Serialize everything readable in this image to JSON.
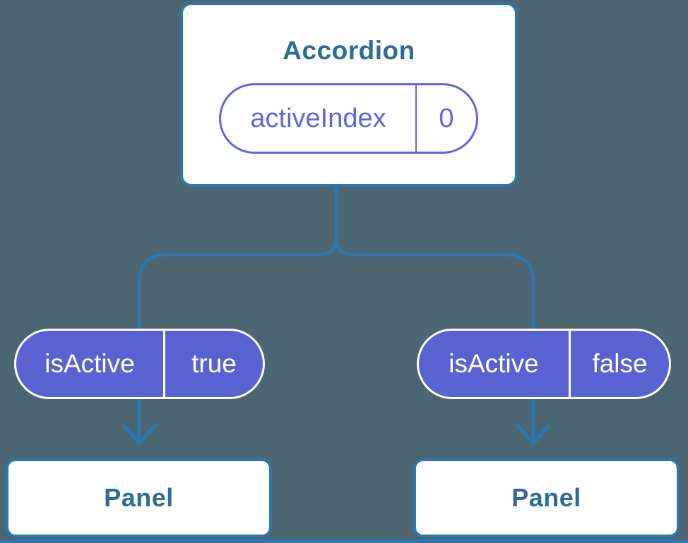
{
  "diagram": {
    "type": "component-tree",
    "colors": {
      "background": "#4B6670",
      "connector_blue": "#2E76AD",
      "component_text_blue": "#2D6C95",
      "pill_purple_fill": "#5A62D2",
      "pill_purple_outline": "#5E66DD",
      "surface_white": "#ffffff"
    },
    "root": {
      "title": "Accordion",
      "state_pill": {
        "name": "activeIndex",
        "value": "0"
      }
    },
    "children": [
      {
        "prop_pill": {
          "name": "isActive",
          "value": "true"
        },
        "component": {
          "title": "Panel"
        }
      },
      {
        "prop_pill": {
          "name": "isActive",
          "value": "false"
        },
        "component": {
          "title": "Panel"
        }
      }
    ]
  }
}
